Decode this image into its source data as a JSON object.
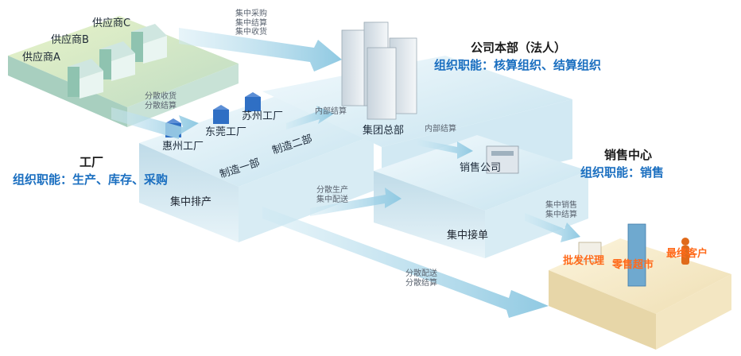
{
  "suppliers": [
    "供应商C",
    "供应商B",
    "供应商A"
  ],
  "flows": {
    "to_hq": [
      "集中采购",
      "集中结算",
      "集中收货"
    ],
    "supplier_factory": [
      "分散收货",
      "分散结算"
    ],
    "internal1": "内部结算",
    "internal2": "内部结算",
    "prod_delivery": [
      "分散生产",
      "集中配送"
    ],
    "sales_settle": [
      "集中销售",
      "集中结算"
    ],
    "scattered": [
      "分散配送",
      "分散结算"
    ]
  },
  "factories": [
    "苏州工厂",
    "东莞工厂",
    "惠州工厂"
  ],
  "departments": [
    "制造一部",
    "制造二部"
  ],
  "factory_block": {
    "title": "工厂",
    "function": "组织职能：生产、库存、采购",
    "caption": "集中排产"
  },
  "hq": {
    "title": "公司本部（法人）",
    "function": "组织职能：核算组织、结算组织",
    "group": "集团总部",
    "sales_company": "销售公司",
    "caption": "集中接单"
  },
  "sales_center": {
    "title": "销售中心",
    "function": "组织职能：销售"
  },
  "customers": [
    "批发代理",
    "零售超市",
    "最终客户"
  ]
}
